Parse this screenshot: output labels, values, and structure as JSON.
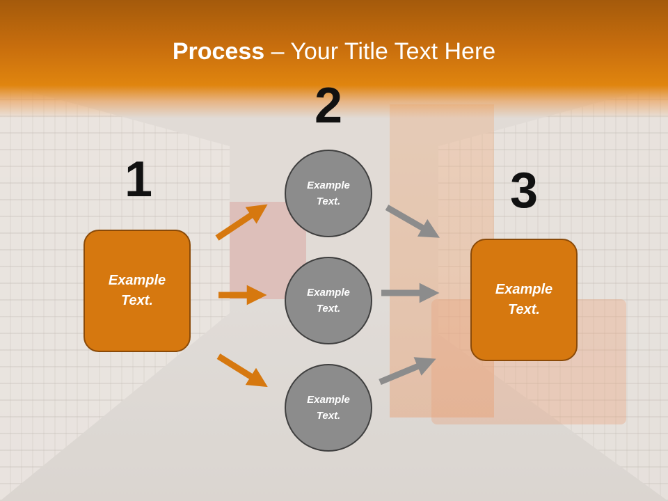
{
  "title": {
    "bold": "Process",
    "rest": " – Your Title Text Here"
  },
  "steps": {
    "one": {
      "number": "1",
      "text": "Example Text."
    },
    "two": {
      "number": "2"
    },
    "three": {
      "number": "3",
      "text": "Example Text."
    }
  },
  "circles": [
    {
      "text": "Example Text."
    },
    {
      "text": "Example Text."
    },
    {
      "text": "Example Text."
    }
  ],
  "colors": {
    "header": "#d97a0f",
    "box_fill": "#d6780f",
    "box_border": "#8a4a08",
    "circle_fill": "#8c8c8c",
    "orange_arrow": "#d6780f",
    "gray_arrow": "#8c8c8c"
  }
}
